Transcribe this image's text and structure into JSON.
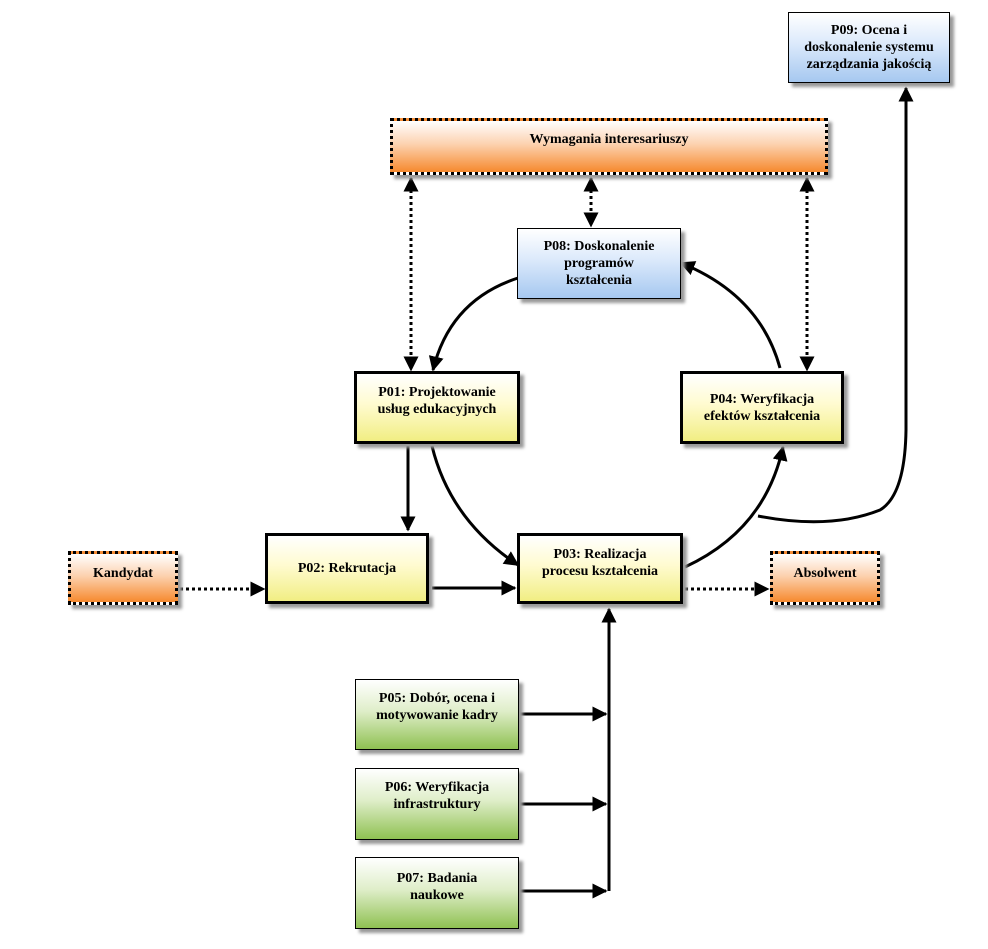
{
  "diagram": {
    "nodes": {
      "p09": "P09: Ocena i\ndoskonalenie systemu\nzarządzania jakością",
      "stakeholders": "Wymagania interesariuszy",
      "p08": "P08: Doskonalenie\nprogramów\nkształcenia",
      "p01": "P01: Projektowanie\nusług edukacyjnych",
      "p04": "P04: Weryfikacja\nefektów kształcenia",
      "candidate": "Kandydat",
      "p02": "P02: Rekrutacja",
      "p03": "P03: Realizacja\nprocesu kształcenia",
      "graduate": "Absolwent",
      "p05": "P05: Dobór, ocena i\nmotywowanie kadry",
      "p06": "P06: Weryfikacja\ninfrastruktury",
      "p07": "P07: Badania\nnaukowe"
    },
    "colors": {
      "core_process": "#f1ee83",
      "improvement_process": "#a6c8f0",
      "external_party": "#f6892e",
      "support_process": "#8fc152"
    }
  }
}
